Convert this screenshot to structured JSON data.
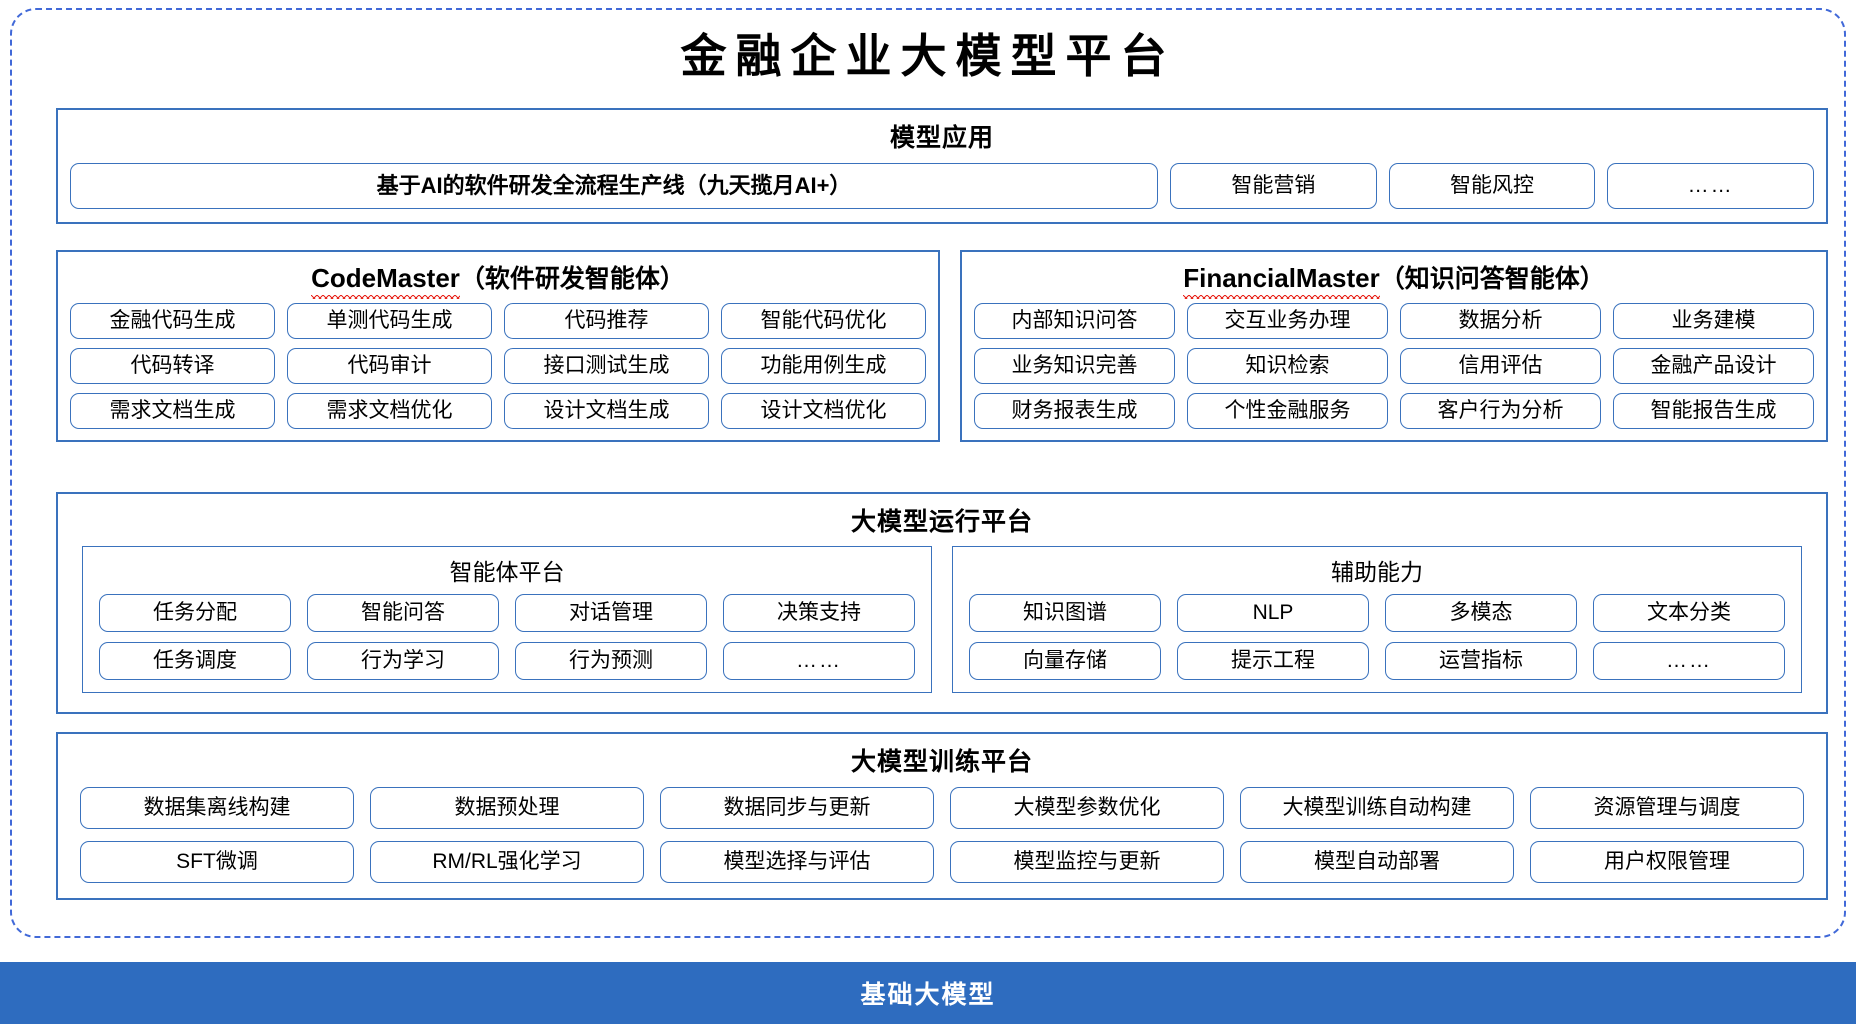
{
  "diagram": {
    "title": "金融企业大模型平台",
    "accent_blue": "#3a72bd",
    "foundation_bar_color": "#2e6cbf",
    "frame_border_color": "#4169d8",
    "spellcheck_underline_color": "#e8251c"
  },
  "model_application": {
    "title": "模型应用",
    "primary_item": "基于AI的软件研发全流程生产线（九天揽月AI+）",
    "items": [
      "智能营销",
      "智能风控",
      "……"
    ]
  },
  "code_master": {
    "name_latin": "CodeMaster",
    "name_cn": "（软件研发智能体）",
    "items": [
      "金融代码生成",
      "单测代码生成",
      "代码推荐",
      "智能代码优化",
      "代码转译",
      "代码审计",
      "接口测试生成",
      "功能用例生成",
      "需求文档生成",
      "需求文档优化",
      "设计文档生成",
      "设计文档优化"
    ]
  },
  "financial_master": {
    "name_latin": "FinancialMaster",
    "name_cn": "（知识问答智能体）",
    "items": [
      "内部知识问答",
      "交互业务办理",
      "数据分析",
      "业务建模",
      "业务知识完善",
      "知识检索",
      "信用评估",
      "金融产品设计",
      "财务报表生成",
      "个性金融服务",
      "客户行为分析",
      "智能报告生成"
    ]
  },
  "runtime_platform": {
    "title": "大模型运行平台",
    "agent_platform": {
      "title": "智能体平台",
      "items": [
        "任务分配",
        "智能问答",
        "对话管理",
        "决策支持",
        "任务调度",
        "行为学习",
        "行为预测",
        "……"
      ]
    },
    "auxiliary_capability": {
      "title": "辅助能力",
      "items": [
        "知识图谱",
        "NLP",
        "多模态",
        "文本分类",
        "向量存储",
        "提示工程",
        "运营指标",
        "……"
      ]
    }
  },
  "training_platform": {
    "title": "大模型训练平台",
    "items": [
      "数据集离线构建",
      "数据预处理",
      "数据同步与更新",
      "大模型参数优化",
      "大模型训练自动构建",
      "资源管理与调度",
      "SFT微调",
      "RM/RL强化学习",
      "模型选择与评估",
      "模型监控与更新",
      "模型自动部署",
      "用户权限管理"
    ]
  },
  "foundation": {
    "label": "基础大模型"
  }
}
